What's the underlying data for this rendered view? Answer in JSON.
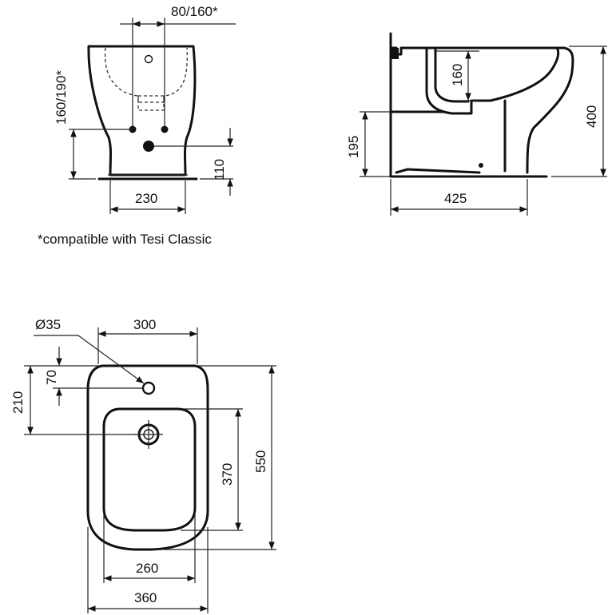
{
  "note": "*compatible with Tesi Classic",
  "front_view": {
    "dims": {
      "top_width": "80/160*",
      "height_left": "160/190*",
      "right_height": "110",
      "base_width": "230"
    }
  },
  "side_view": {
    "dims": {
      "inner_height": "160",
      "total_height": "400",
      "outlet_height": "195",
      "depth": "425"
    }
  },
  "top_view": {
    "dims": {
      "hole_diameter": "Ø35",
      "width_top": "300",
      "offset_70": "70",
      "offset_210": "210",
      "bowl_length": "370",
      "total_length": "550",
      "bowl_width": "260",
      "total_width": "360"
    }
  }
}
